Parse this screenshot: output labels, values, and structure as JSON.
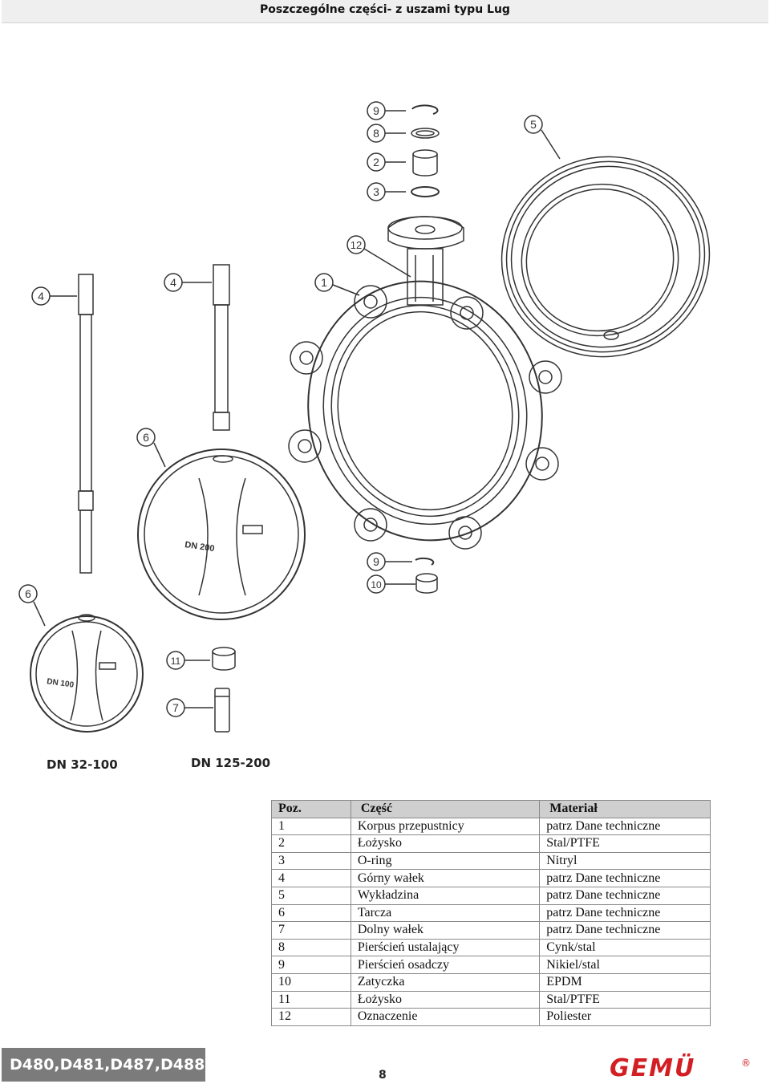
{
  "header": {
    "title": "Poszczególne części- z uszami typu Lug"
  },
  "drawing": {
    "callouts": [
      "9",
      "8",
      "2",
      "3",
      "12",
      "5",
      "4",
      "4",
      "1",
      "6",
      "9",
      "10",
      "6",
      "11",
      "7"
    ],
    "disc_large_label": "DN 200",
    "disc_small_label": "DN 100"
  },
  "size_labels": {
    "small": "DN 32-100",
    "large": "DN 125-200"
  },
  "table": {
    "headers": [
      "Poz.",
      "Część",
      "Materiał"
    ],
    "rows": [
      [
        "1",
        "Korpus przepustnicy",
        "patrz Dane techniczne"
      ],
      [
        "2",
        "Łożysko",
        "Stal/PTFE"
      ],
      [
        "3",
        "O-ring",
        "Nitryl"
      ],
      [
        "4",
        "Górny wałek",
        "patrz Dane techniczne"
      ],
      [
        "5",
        "Wykładzina",
        "patrz Dane techniczne"
      ],
      [
        "6",
        "Tarcza",
        "patrz Dane techniczne"
      ],
      [
        "7",
        "Dolny wałek",
        "patrz Dane techniczne"
      ],
      [
        "8",
        "Pierścień ustalający",
        "Cynk/stal"
      ],
      [
        "9",
        "Pierścień osadczy",
        "Nikiel/stal"
      ],
      [
        "10",
        "Zatyczka",
        "EPDM"
      ],
      [
        "11",
        "Łożysko",
        "Stal/PTFE"
      ],
      [
        "12",
        "Oznaczenie",
        "Poliester"
      ]
    ]
  },
  "footer": {
    "product_codes": "D480,D481,D487,D488",
    "page_number": "8",
    "brand": "GEMÜ",
    "brand_mark": "®",
    "brand_color": "#d21f24"
  }
}
